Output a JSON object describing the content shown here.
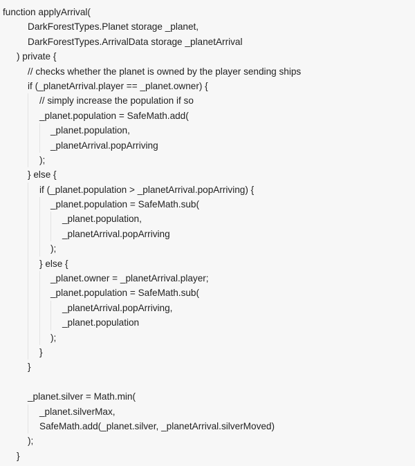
{
  "code": {
    "lines": [
      {
        "text": "function applyArrival(",
        "indent": 0
      },
      {
        "text": "DarkForestTypes.Planet storage _planet,",
        "indent": 2
      },
      {
        "text": "DarkForestTypes.ArrivalData storage _planetArrival",
        "indent": 2
      },
      {
        "text": ") private {",
        "indent": 1
      },
      {
        "text": "// checks whether the planet is owned by the player sending ships",
        "indent": 2
      },
      {
        "text": "if (_planetArrival.player == _planet.owner) {",
        "indent": 2
      },
      {
        "text": "// simply increase the population if so",
        "indent": 3
      },
      {
        "text": "_planet.population = SafeMath.add(",
        "indent": 3
      },
      {
        "text": "_planet.population,",
        "indent": 4
      },
      {
        "text": "_planetArrival.popArriving",
        "indent": 4
      },
      {
        "text": ");",
        "indent": 3
      },
      {
        "text": "} else {",
        "indent": 2
      },
      {
        "text": "if (_planet.population > _planetArrival.popArriving) {",
        "indent": 3
      },
      {
        "text": "_planet.population = SafeMath.sub(",
        "indent": 4
      },
      {
        "text": "_planet.population,",
        "indent": 5
      },
      {
        "text": "_planetArrival.popArriving",
        "indent": 5
      },
      {
        "text": ");",
        "indent": 4
      },
      {
        "text": "} else {",
        "indent": 3
      },
      {
        "text": "_planet.owner = _planetArrival.player;",
        "indent": 4
      },
      {
        "text": "_planet.population = SafeMath.sub(",
        "indent": 4
      },
      {
        "text": "_planetArrival.popArriving,",
        "indent": 5
      },
      {
        "text": "_planet.population",
        "indent": 5
      },
      {
        "text": ");",
        "indent": 4
      },
      {
        "text": "}",
        "indent": 3
      },
      {
        "text": "}",
        "indent": 2
      },
      {
        "text": "",
        "indent": 2
      },
      {
        "text": "_planet.silver = Math.min(",
        "indent": 2
      },
      {
        "text": "_planet.silverMax,",
        "indent": 3
      },
      {
        "text": "SafeMath.add(_planet.silver, _planetArrival.silverMoved)",
        "indent": 3
      },
      {
        "text": ");",
        "indent": 2
      },
      {
        "text": "}",
        "indent": 1
      }
    ]
  }
}
